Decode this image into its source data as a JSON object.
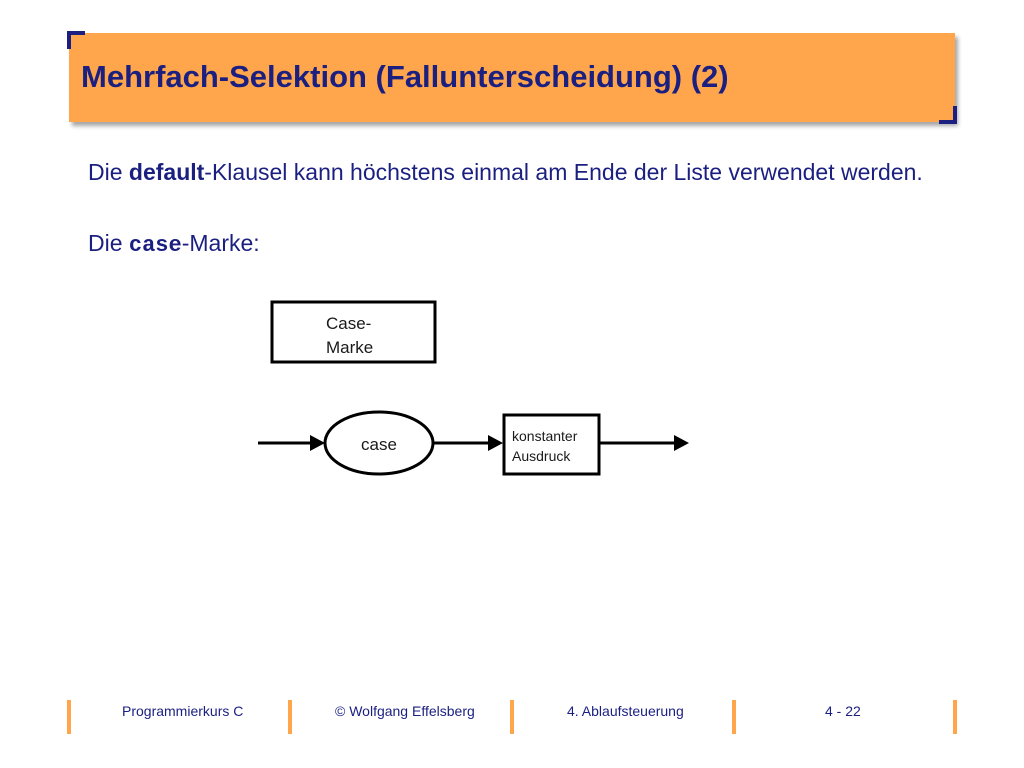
{
  "title": "Mehrfach-Selektion (Fallunterscheidung) (2)",
  "paragraph1": {
    "pre": "Die ",
    "bold": "default",
    "post": "-Klausel kann höchstens einmal am Ende der Liste verwendet werden."
  },
  "paragraph2": {
    "pre": "Die ",
    "code": "case",
    "post": "-Marke:"
  },
  "diagram": {
    "label_box_line1": "Case-",
    "label_box_line2": "Marke",
    "terminal": "case",
    "nonterminal_line1": "konstanter",
    "nonterminal_line2": "Ausdruck"
  },
  "footer": {
    "course": "Programmierkurs C",
    "author": "© Wolfgang Effelsberg",
    "chapter": "4. Ablaufsteuerung",
    "page": "4 - 22"
  },
  "colors": {
    "title_background": "#ffa64c",
    "text": "#1a1f80"
  }
}
